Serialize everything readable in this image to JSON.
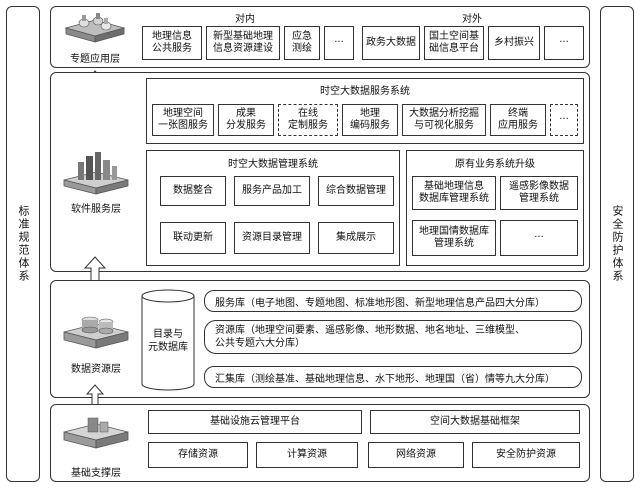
{
  "side": {
    "left": "标准规范体系",
    "right": "安全防护体系"
  },
  "app_layer": {
    "label": "专题应用层",
    "internal_title": "对内",
    "external_title": "对外",
    "internal_items": [
      "地理信息\n公共服务",
      "新型基础地理\n信息资源建设",
      "应急\n测绘",
      "···"
    ],
    "external_items": [
      "政务大数据",
      "国土空间基\n础信息平台",
      "乡村振兴",
      "···"
    ]
  },
  "software_layer": {
    "label": "软件服务层",
    "service_system": {
      "title": "时空大数据服务系统",
      "items": [
        "地理空间\n一张图服务",
        "成果\n分发服务",
        "在线\n定制服务",
        "地理\n编码服务",
        "大数据分析挖掘\n与可视化服务",
        "终端\n应用服务",
        "···"
      ]
    },
    "management_system": {
      "title": "时空大数据管理系统",
      "items": [
        "数据整合",
        "服务产品加工",
        "综合数据管理",
        "联动更新",
        "资源目录管理",
        "集成展示"
      ]
    },
    "upgrade_system": {
      "title": "原有业务系统升级",
      "items": [
        "基础地理信息\n数据库管理系统",
        "遥感影像数据\n管理系统",
        "地理国情数据库\n管理系统",
        "···"
      ]
    }
  },
  "data_layer": {
    "label": "数据资源层",
    "catalog": "目录与\n元数据库",
    "service_db": "服务库（电子地图、专题地图、标准地形图、新型地理信息产品四大分库）",
    "resource_db": "资源库（地理空间要素、遥感影像、地形数据、地名地址、三维模型、\n公共专题六大分库）",
    "collect_db": "汇集库（测绘基准、基础地理信息、水下地形、地理国（省）情等九大分库）"
  },
  "support_layer": {
    "label": "基础支撑层",
    "cloud_platform": "基础设施云管理平台",
    "bigdata_framework": "空间大数据基础框架",
    "resources": [
      "存储资源",
      "计算资源",
      "网络资源",
      "安全防护资源"
    ]
  }
}
